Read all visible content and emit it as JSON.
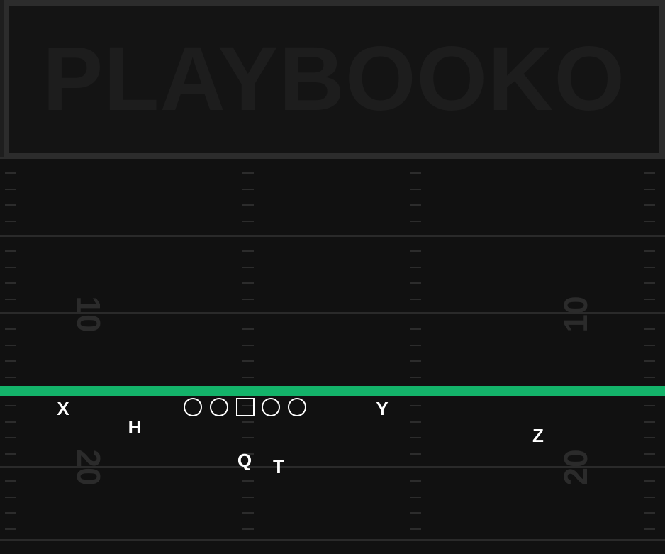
{
  "endzone": {
    "title": "PLAYBOOKO"
  },
  "yard_numbers": {
    "left_upper": "10",
    "left_lower": "20",
    "right_upper": "10",
    "right_lower": "20"
  },
  "colors": {
    "background": "#111111",
    "line_of_scrimmage": "#14b36a",
    "player": "#ffffff",
    "markings": "#2b2b2b"
  },
  "players": {
    "X": "X",
    "H": "H",
    "Y": "Y",
    "Z": "Z",
    "Q": "Q",
    "T": "T"
  },
  "offensive_line": [
    "tackle-left",
    "guard-left",
    "center",
    "guard-right",
    "tackle-right"
  ]
}
